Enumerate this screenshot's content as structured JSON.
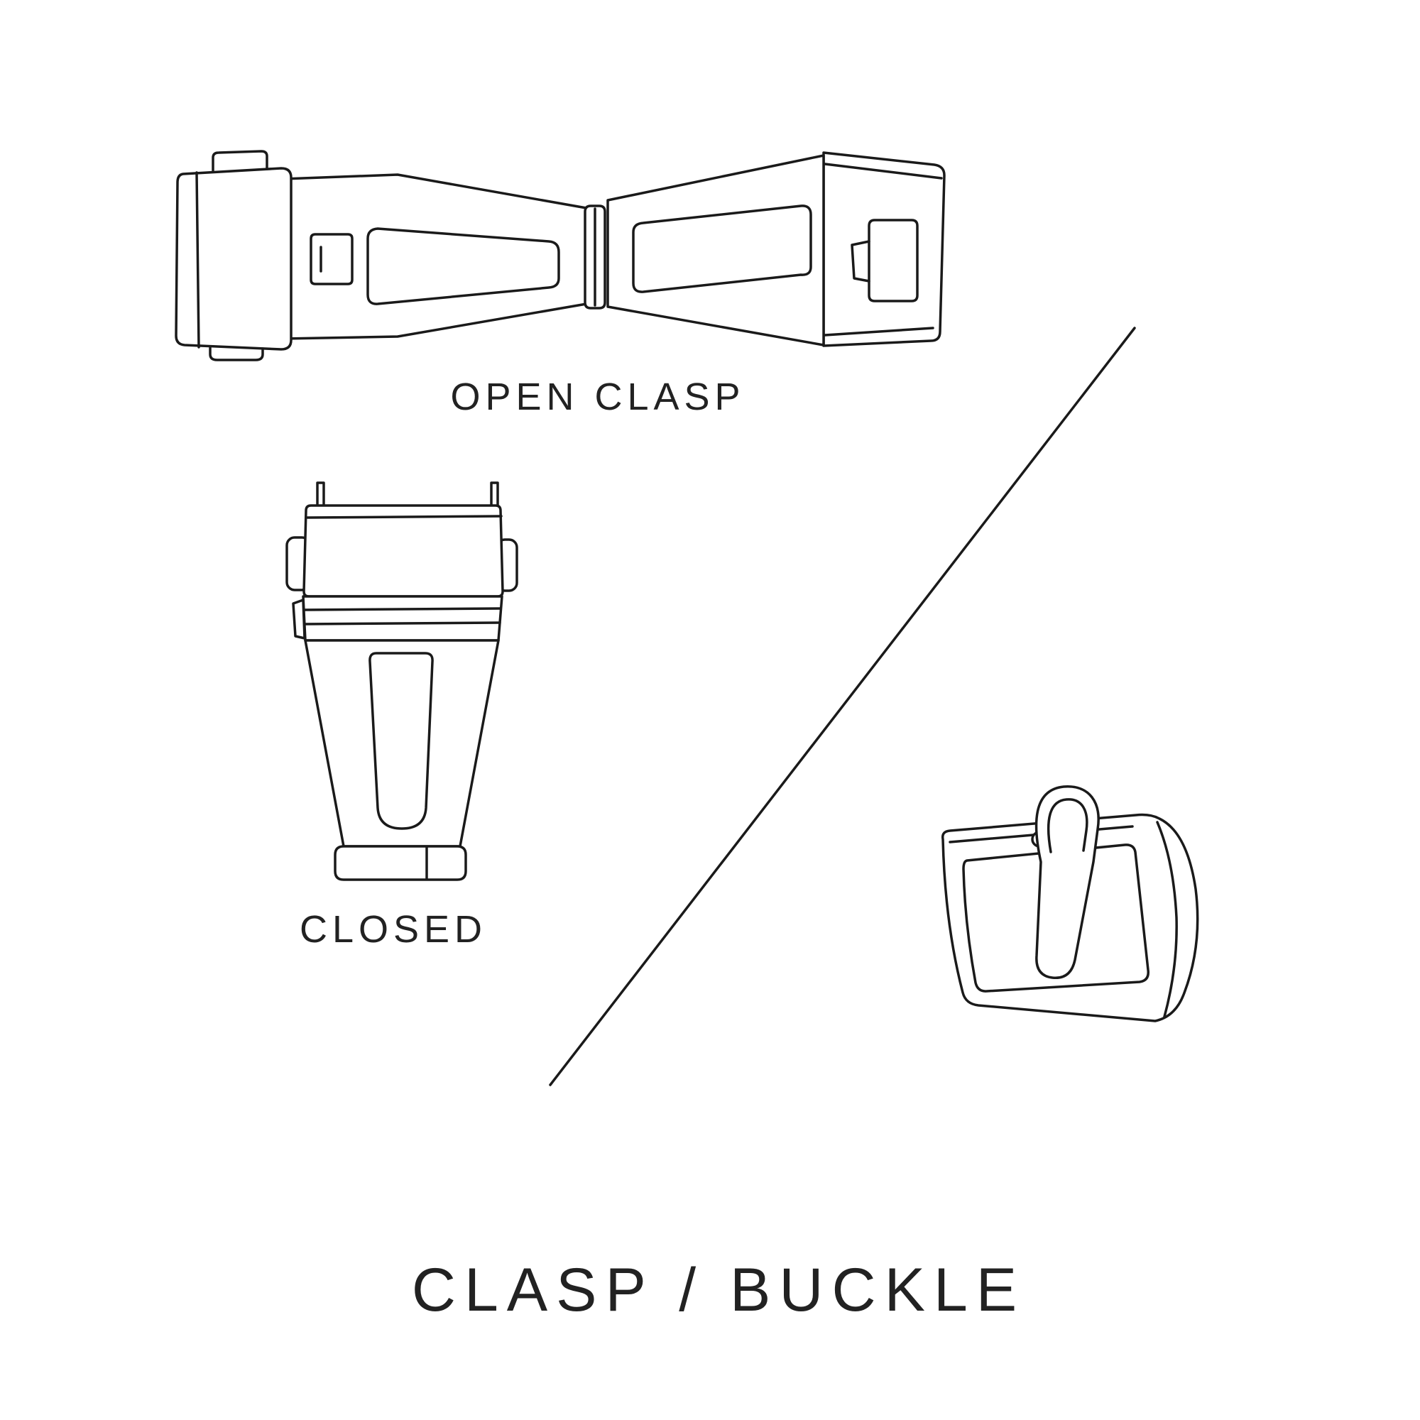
{
  "colors": {
    "line": "#1a1a1a",
    "background": "#ffffff",
    "text": "#222222"
  },
  "figures": {
    "open_clasp": {
      "label": "OPEN CLASP",
      "icon": "open-clasp-illustration"
    },
    "closed": {
      "label": "CLOSED",
      "icon": "closed-clasp-illustration"
    },
    "buckle": {
      "icon": "pin-buckle-illustration"
    }
  },
  "title": "CLASP / BUCKLE"
}
